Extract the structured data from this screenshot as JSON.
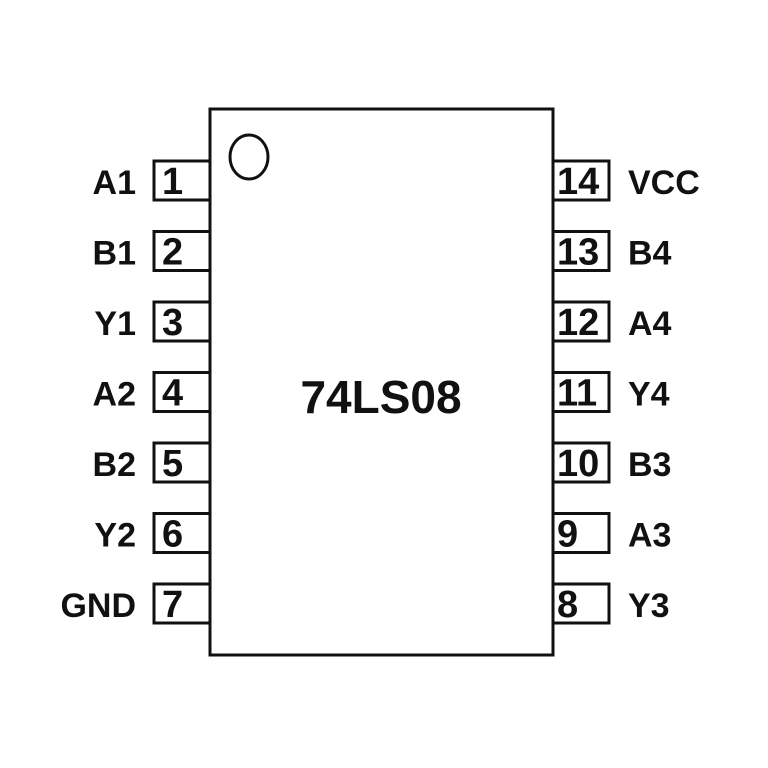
{
  "chip": {
    "name": "74LS08"
  },
  "left_pins": [
    {
      "number": "1",
      "label": "A1"
    },
    {
      "number": "2",
      "label": "B1"
    },
    {
      "number": "3",
      "label": "Y1"
    },
    {
      "number": "4",
      "label": "A2"
    },
    {
      "number": "5",
      "label": "B2"
    },
    {
      "number": "6",
      "label": "Y2"
    },
    {
      "number": "7",
      "label": "GND"
    }
  ],
  "right_pins": [
    {
      "number": "14",
      "label": "VCC"
    },
    {
      "number": "13",
      "label": "B4"
    },
    {
      "number": "12",
      "label": "A4"
    },
    {
      "number": "11",
      "label": "Y4"
    },
    {
      "number": "10",
      "label": "B3"
    },
    {
      "number": "9",
      "label": "A3"
    },
    {
      "number": "8",
      "label": "Y3"
    }
  ],
  "colors": {
    "stroke": "#111111",
    "fill": "#ffffff"
  }
}
